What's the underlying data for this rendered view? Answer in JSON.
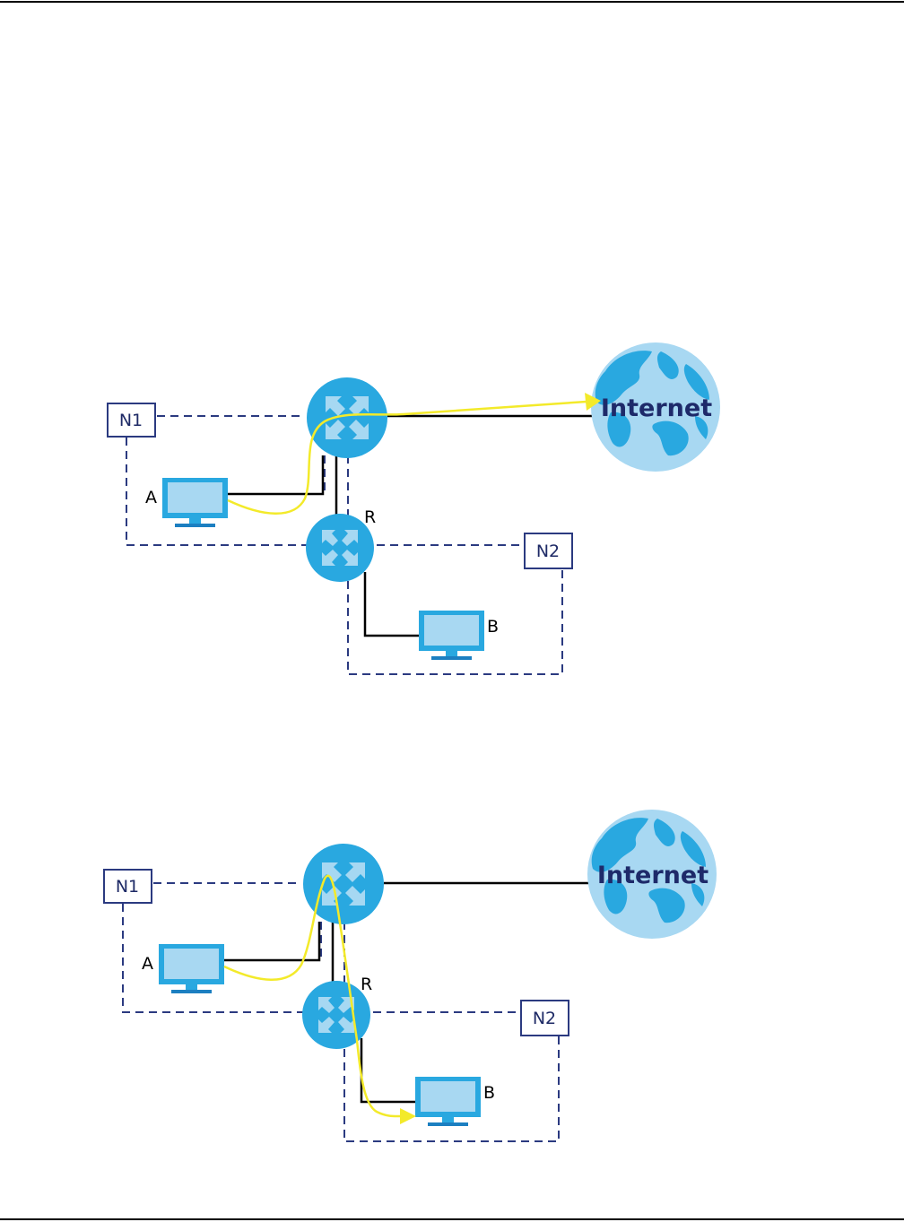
{
  "colors": {
    "device_fill": "#29a8e0",
    "device_stroke": "#1c7fc1",
    "screen_fill": "#a8d8f2",
    "arrow_fill": "#a6d8f2",
    "globe_land": "#29a8e0",
    "globe_sea": "#a8d8f2",
    "internet_text": "#1e2a6a",
    "dashed_border": "#2b3a80",
    "packet_path": "#f3ea2a",
    "wire": "#000000"
  },
  "diagrams": [
    {
      "labels": {
        "network_1": "N1",
        "network_2": "N2",
        "computer_a": "A",
        "computer_b": "B",
        "router_r": "R",
        "internet": "Internet"
      }
    },
    {
      "labels": {
        "network_1": "N1",
        "network_2": "N2",
        "computer_a": "A",
        "computer_b": "B",
        "router_r": "R",
        "internet": "Internet"
      }
    }
  ]
}
